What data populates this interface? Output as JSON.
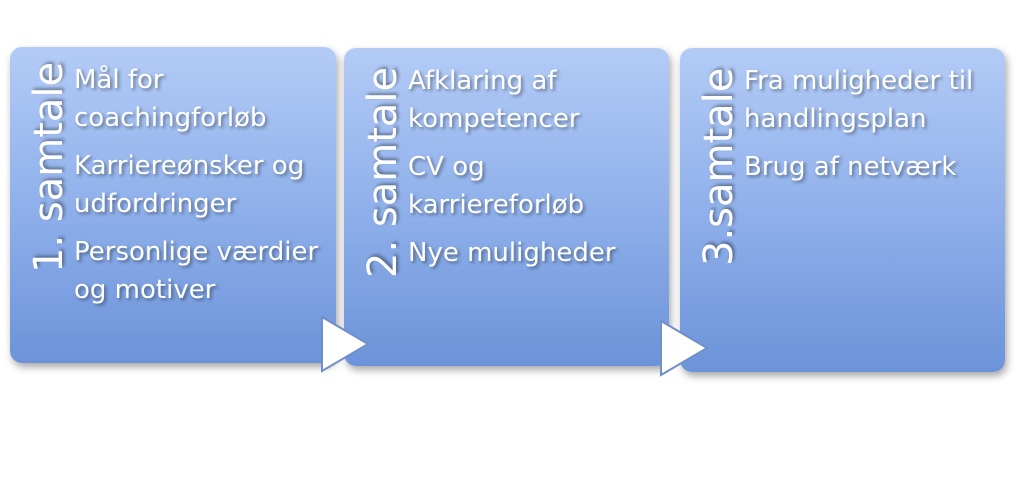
{
  "steps": [
    {
      "title": "1. samtale",
      "items": [
        "Mål for coachingforløb",
        "Karriereønsker og udfordringer",
        "Personlige værdier og motiver"
      ]
    },
    {
      "title": "2. samtale",
      "items": [
        "Afklaring af kompetencer",
        "CV og karriereforløb",
        "Nye muligheder"
      ]
    },
    {
      "title": "3.samtale",
      "items": [
        "Fra muligheder til handlingsplan",
        "Brug af netværk"
      ]
    }
  ],
  "colors": {
    "panel_top": "#b3cbf6",
    "panel_bottom": "#6c93d9",
    "text": "#ffffff",
    "arrow_fill": "#ffffff",
    "arrow_stroke": "#6f8fc8"
  },
  "arrow_icon": "right-triangle-arrow-icon"
}
